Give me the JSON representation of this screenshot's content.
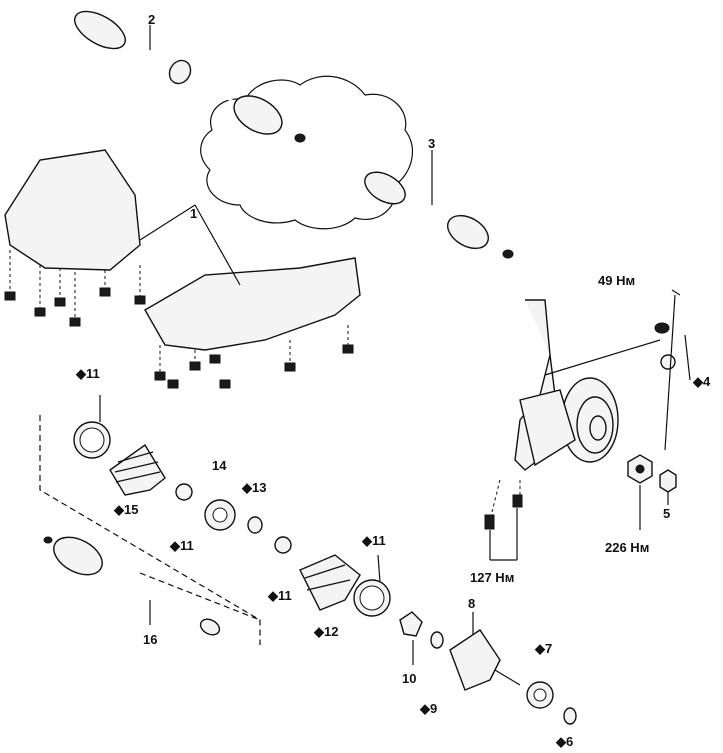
{
  "labels": {
    "p1": "1",
    "p2": "2",
    "p3": "3",
    "p4": "◆4",
    "p5": "5",
    "p6": "◆6",
    "p7": "◆7",
    "p8": "8",
    "p9": "◆9",
    "p10": "10",
    "p11a": "◆11",
    "p11b": "◆11",
    "p11c": "◆11",
    "p11d": "◆11",
    "p12": "◆12",
    "p13": "◆13",
    "p14": "14",
    "p15": "◆15",
    "p16": "16"
  },
  "torques": {
    "t49": "49 Нм",
    "t226": "226 Нм",
    "t127": "127 Нм"
  }
}
